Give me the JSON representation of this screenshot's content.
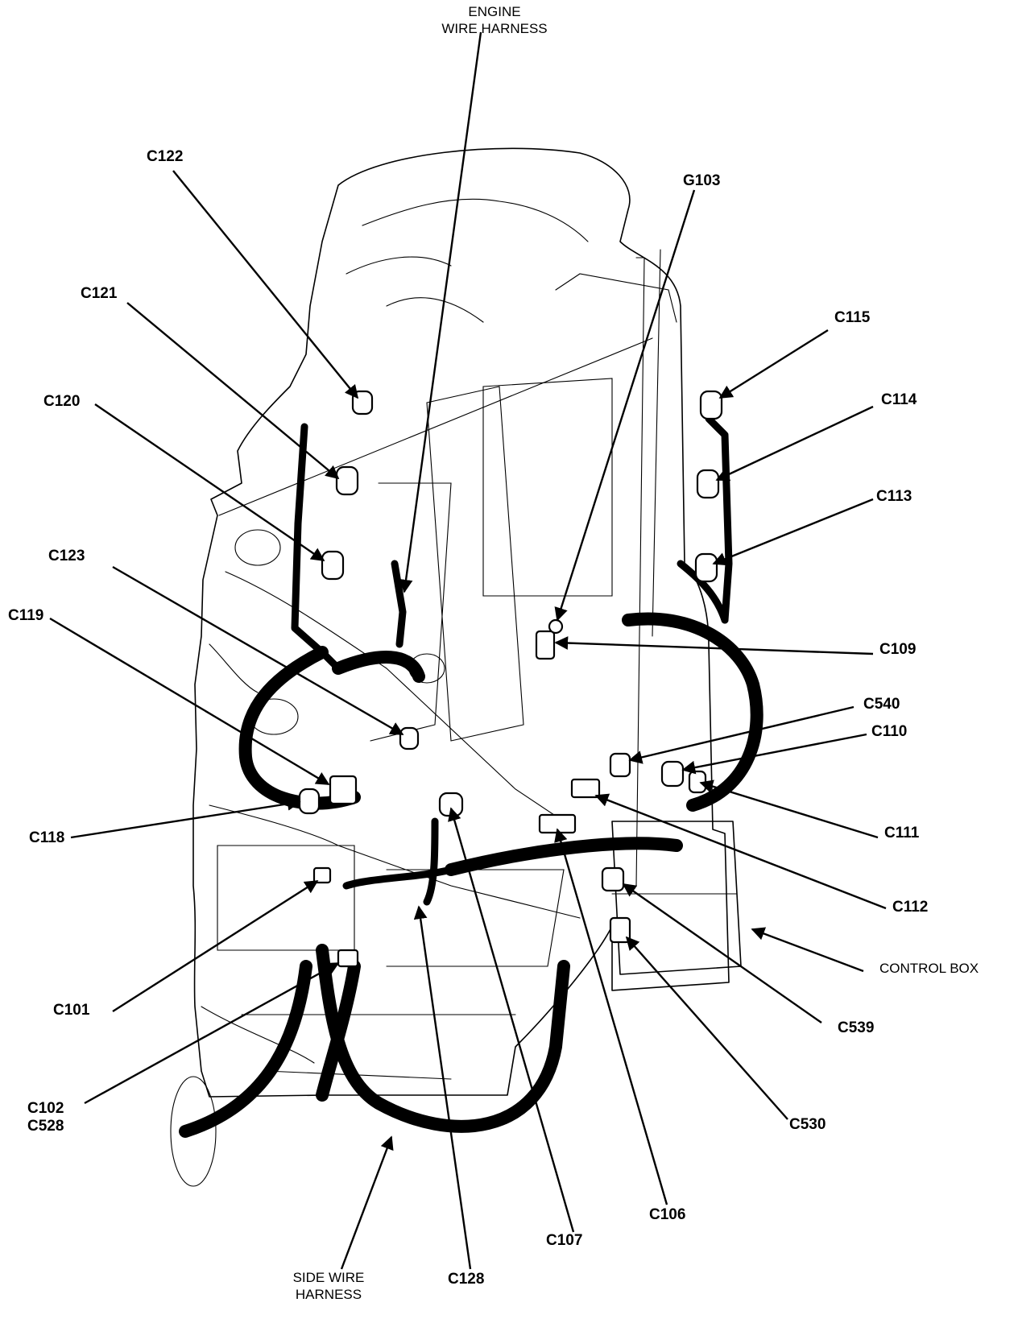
{
  "labels": {
    "engine_wire_harness": [
      "ENGINE",
      "WIRE HARNESS"
    ],
    "side_wire_harness": [
      "SIDE WIRE",
      "HARNESS"
    ],
    "control_box": "CONTROL BOX",
    "c122": "C122",
    "g103": "G103",
    "c121": "C121",
    "c115": "C115",
    "c120": "C120",
    "c114": "C114",
    "c113": "C113",
    "c123": "C123",
    "c119": "C119",
    "c109": "C109",
    "c540": "C540",
    "c110": "C110",
    "c118": "C118",
    "c111": "C111",
    "c112": "C112",
    "c101": "C101",
    "c539": "C539",
    "c102_c528": [
      "C102",
      "C528"
    ],
    "c530": "C530",
    "c106": "C106",
    "c107": "C107",
    "c128": "C128"
  }
}
